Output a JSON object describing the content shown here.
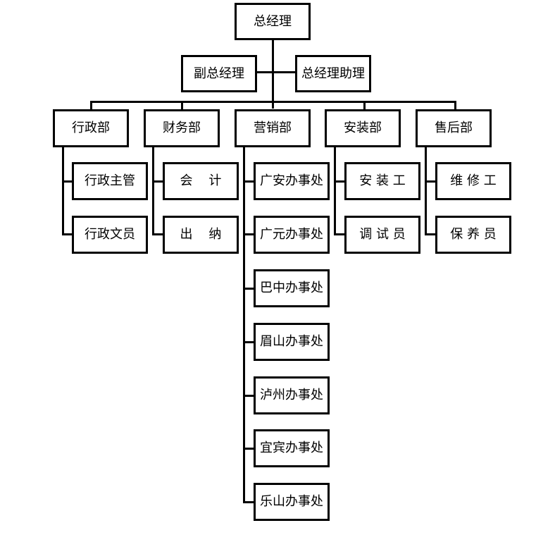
{
  "org_chart": {
    "top": "总经理",
    "deputy": "副总经理",
    "assistant": "总经理助理",
    "departments": {
      "admin": {
        "label": "行政部",
        "units": [
          "行政主管",
          "行政文员"
        ]
      },
      "finance": {
        "label": "财务部",
        "units": [
          "会    计",
          "出    纳"
        ]
      },
      "marketing": {
        "label": "营销部",
        "units": [
          "广安办事处",
          "广元办事处",
          "巴中办事处",
          "眉山办事处",
          "泸州办事处",
          "宜宾办事处",
          "乐山办事处"
        ]
      },
      "install": {
        "label": "安装部",
        "units": [
          "安 装 工",
          "调 试 员"
        ]
      },
      "after_sales": {
        "label": "售后部",
        "units": [
          "维 修 工",
          "保 养 员"
        ]
      }
    }
  }
}
